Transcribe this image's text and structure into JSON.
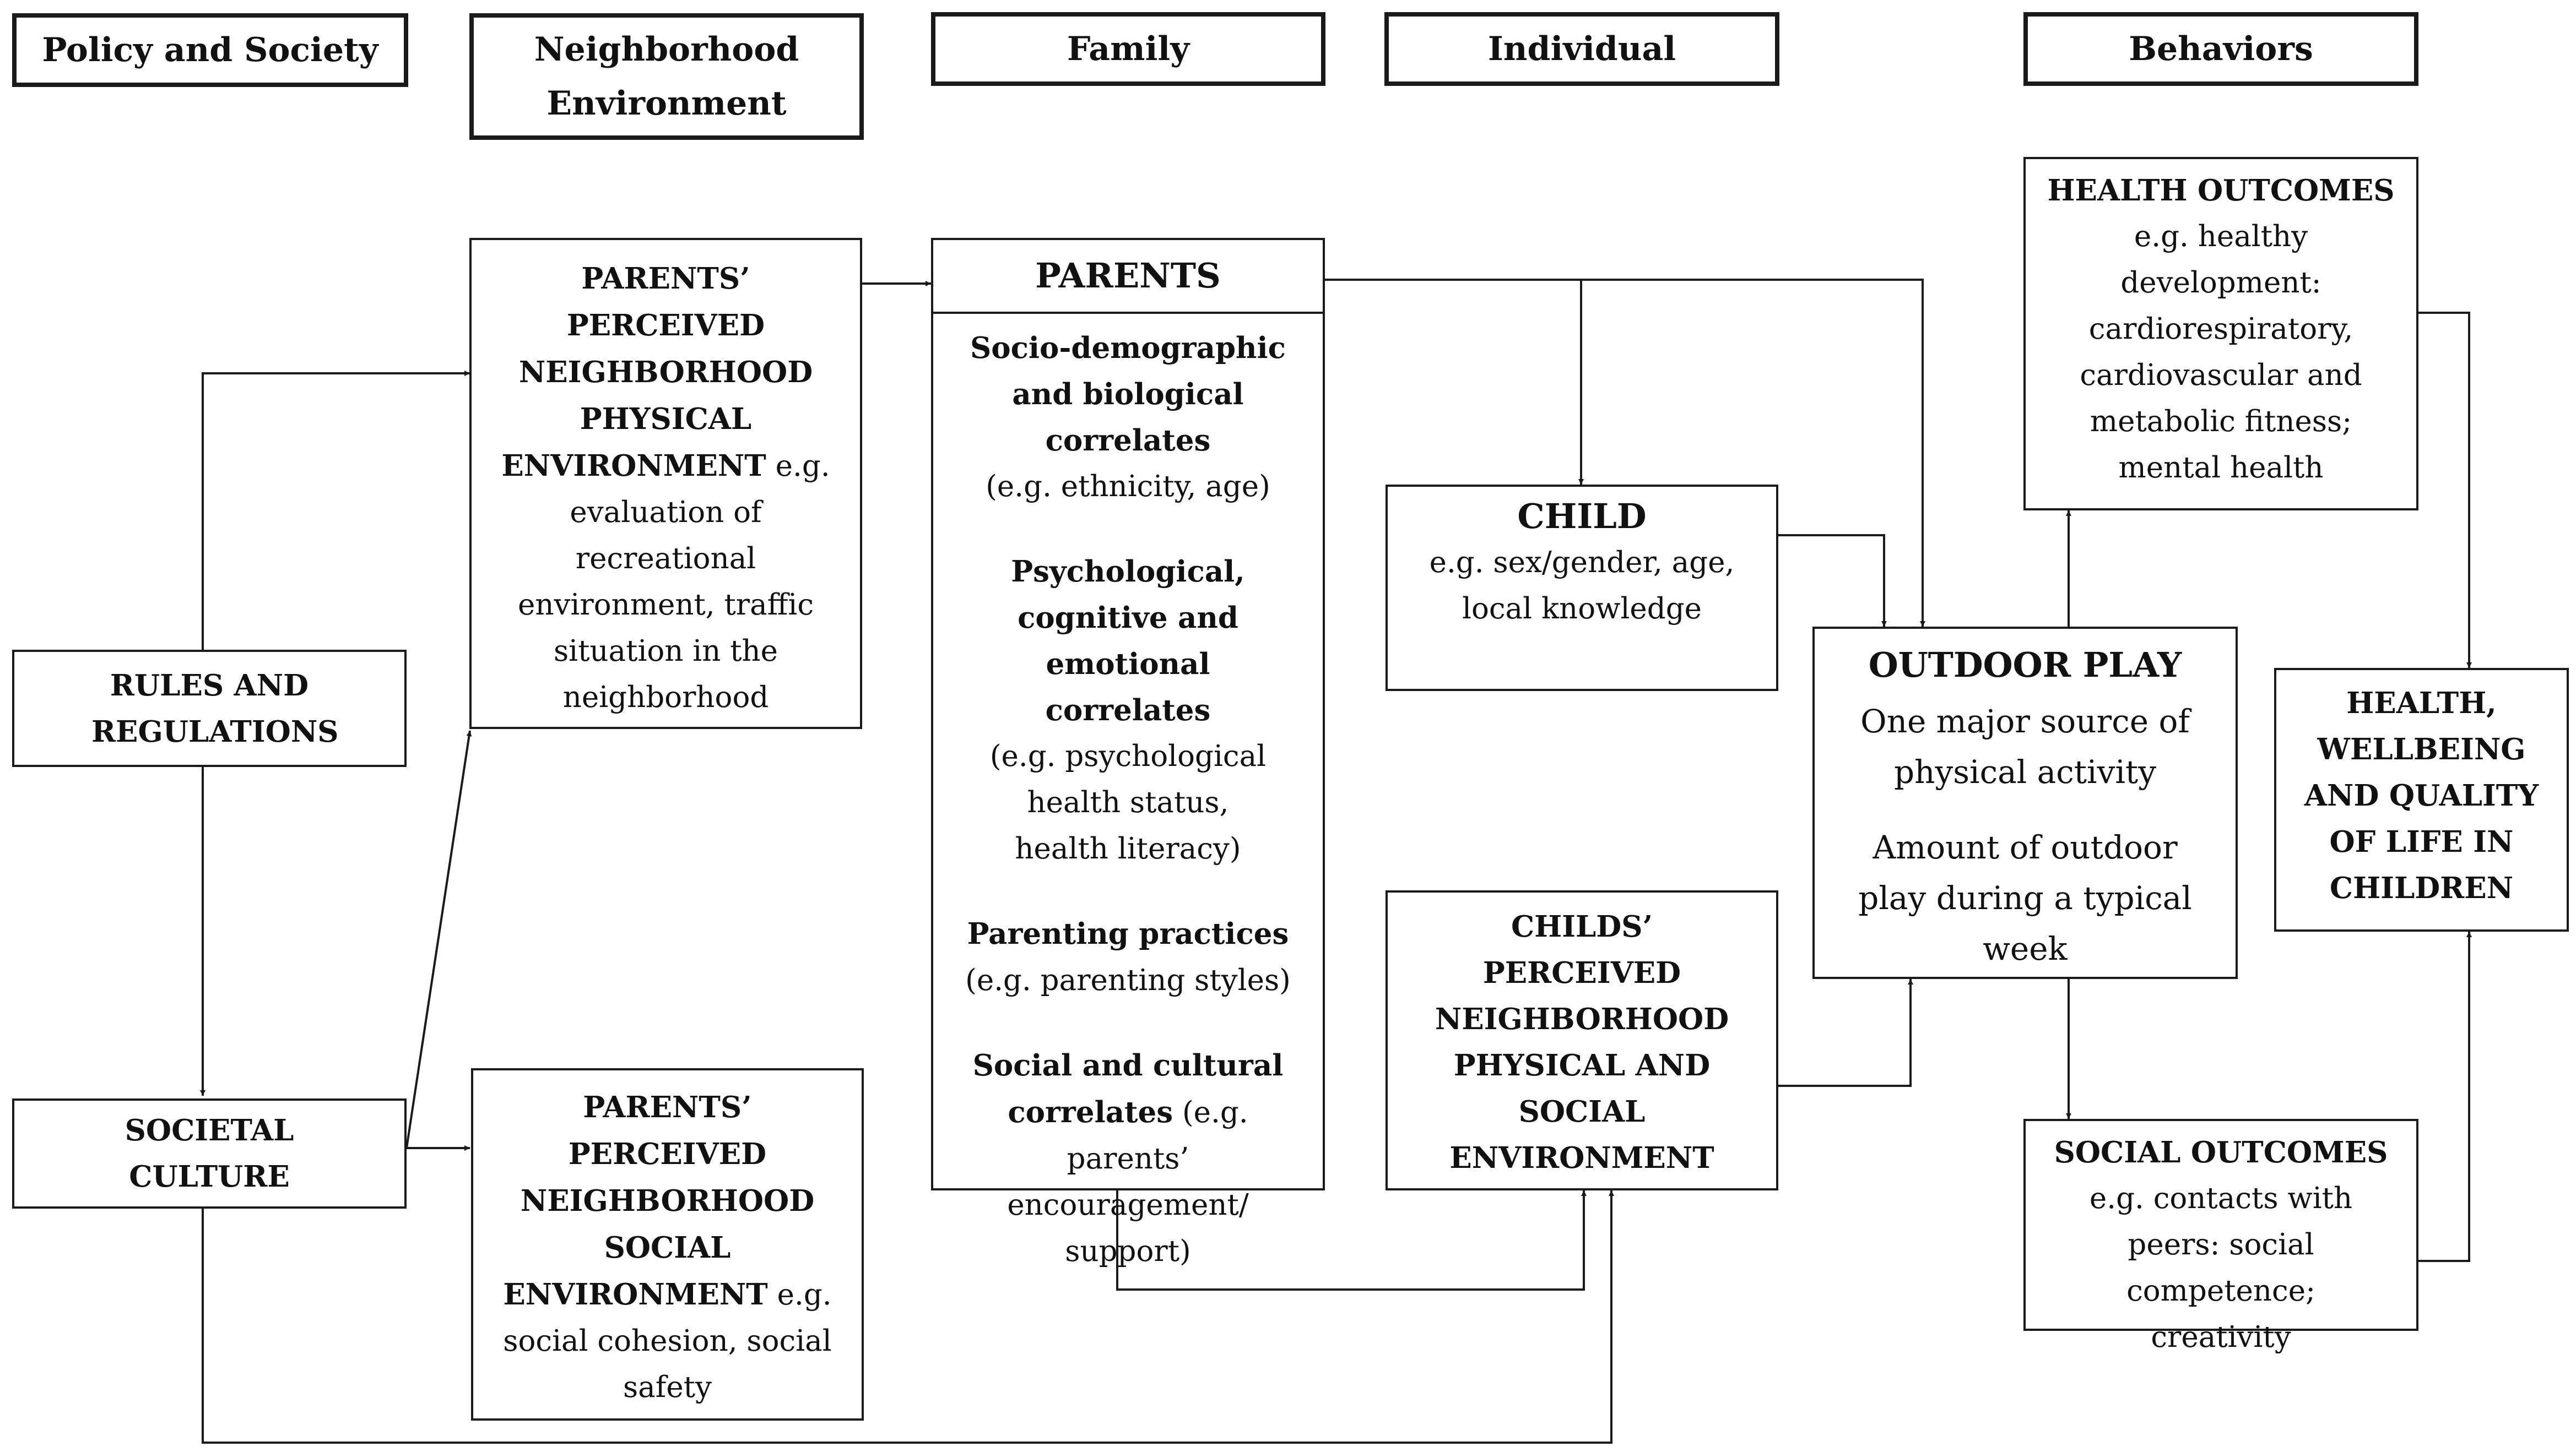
{
  "columns": {
    "policy": "Policy and Society",
    "neighborhood": "Neighborhood Environment",
    "family": "Family",
    "individual": "Individual",
    "behaviors": "Behaviors"
  },
  "boxes": {
    "rules": "RULES AND REGULATIONS",
    "culture": "SOCIETAL CULTURE",
    "ppe_title": "PARENTS’ PERCEIVED NEIGHBORHOOD PHYSICAL ENVIRONMENT",
    "ppe_body": "e.g. evaluation of recreational environment, traffic situation in the neighborhood",
    "pse_title": "PARENTS’ PERCEIVED NEIGHBORHOOD SOCIAL ENVIRONMENT",
    "pse_body": "e.g. social cohesion, social safety",
    "parents_title": "PARENTS",
    "p1_title": "Socio-demographic and biological correlates",
    "p1_body": "(e.g. ethnicity, age)",
    "p2_title": "Psychological, cognitive and emotional correlates",
    "p2_body": "(e.g. psychological health status, health literacy)",
    "p3_title": "Parenting practices",
    "p3_body": "(e.g. parenting styles)",
    "p4_title": "Social and cultural correlates",
    "p4_body": "(e.g. parents’ encouragement/ support)",
    "child_title": "CHILD",
    "child_body": "e.g. sex/gender, age, local knowledge",
    "cpe_title": "CHILDS’ PERCEIVED NEIGHBORHOOD PHYSICAL AND SOCIAL ENVIRONMENT",
    "op_title": "OUTDOOR PLAY",
    "op_line1": "One major source of physical activity",
    "op_line2": "Amount of outdoor play during a typical week",
    "ho_title": "HEALTH OUTCOMES",
    "ho_body": "e.g. healthy development: cardiorespiratory, cardiovascular and metabolic fitness; mental health",
    "so_title": "SOCIAL OUTCOMES",
    "so_body": "e.g. contacts with peers: social competence; creativity",
    "hw_title": "HEALTH, WELLBEING AND QUALITY OF LIFE IN CHILDREN"
  }
}
